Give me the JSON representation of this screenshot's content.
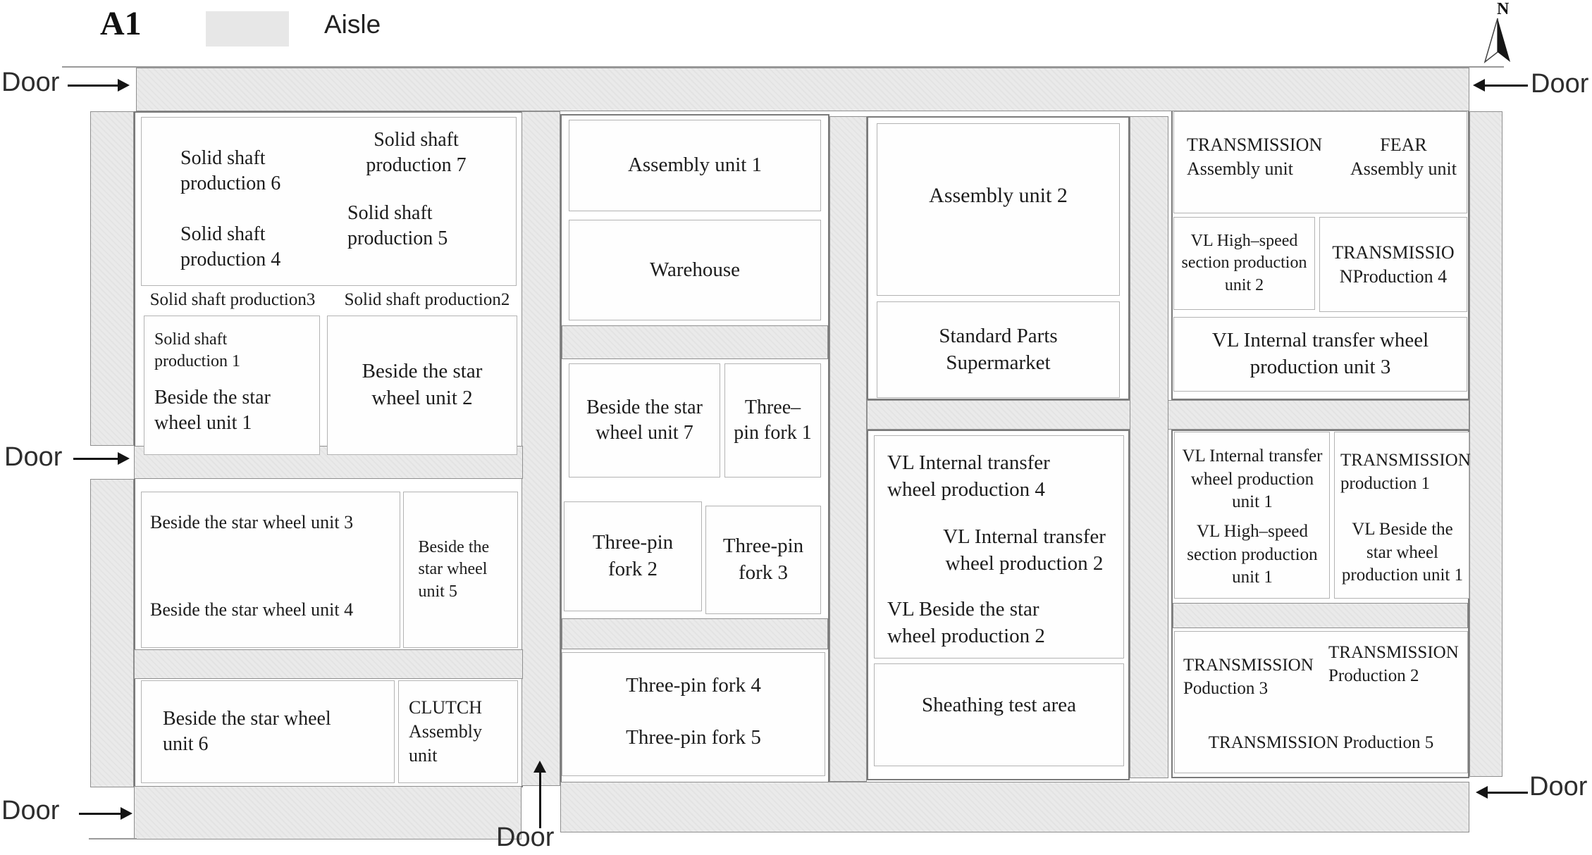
{
  "header": {
    "title": "A1",
    "legend_label": "Aisle"
  },
  "compass": {
    "north": "N"
  },
  "doors": {
    "top_left": "Door",
    "mid_left": "Door",
    "bottom_left": "Door",
    "bottom_center": "Door",
    "top_right": "Door",
    "bottom_right": "Door"
  },
  "rooms": {
    "solid_shaft_6": "Solid shaft production 6",
    "solid_shaft_7": "Solid shaft production 7",
    "solid_shaft_4": "Solid shaft production 4",
    "solid_shaft_5": "Solid shaft production 5",
    "solid_shaft_3": "Solid shaft production3",
    "solid_shaft_2": "Solid shaft production2",
    "solid_shaft_1": "Solid shaft production 1",
    "star_wheel_1": "Beside the star wheel unit 1",
    "star_wheel_2": "Beside the star wheel unit 2",
    "star_wheel_3": "Beside the star wheel unit 3",
    "star_wheel_4": "Beside the star wheel unit 4",
    "star_wheel_5": "Beside the star wheel unit 5",
    "star_wheel_6": "Beside the star wheel unit 6",
    "clutch_assembly": "CLUTCH Assembly unit",
    "assembly_1": "Assembly unit 1",
    "warehouse": "Warehouse",
    "star_wheel_7": "Beside the star wheel unit 7",
    "three_pin_1": "Three–pin fork 1",
    "three_pin_2": "Three-pin fork 2",
    "three_pin_3": "Three-pin fork 3",
    "three_pin_4": "Three-pin fork 4",
    "three_pin_5": "Three-pin fork 5",
    "assembly_2": "Assembly unit 2",
    "supermarket": "Standard Parts Supermarket",
    "vl_wheel_4": "VL Internal transfer wheel production 4",
    "vl_wheel_2": "VL Internal transfer wheel production 2",
    "vl_star_wheel_2": "VL Beside the star wheel production 2",
    "sheathing": "Sheathing test area",
    "transmission_assembly": "TRANSMISSION Assembly unit",
    "fear_assembly": "FEAR Assembly unit",
    "vl_high_speed_2": "VL High–speed section production unit 2",
    "transmission_4": "TRANSMISSIO NProduction 4",
    "vl_wheel_unit_3": "VL Internal transfer wheel production unit 3",
    "vl_wheel_unit_1": "VL Internal transfer wheel production unit 1",
    "vl_high_speed_1": "VL High–speed section production unit 1",
    "transmission_1": "TRANSMISSION production 1",
    "vl_star_wheel_unit_1": "VL Beside the star wheel production unit 1",
    "transmission_3": "TRANSMISSION Poduction 3",
    "transmission_2": "TRANSMISSION Production 2",
    "transmission_5": "TRANSMISSION Production 5"
  }
}
